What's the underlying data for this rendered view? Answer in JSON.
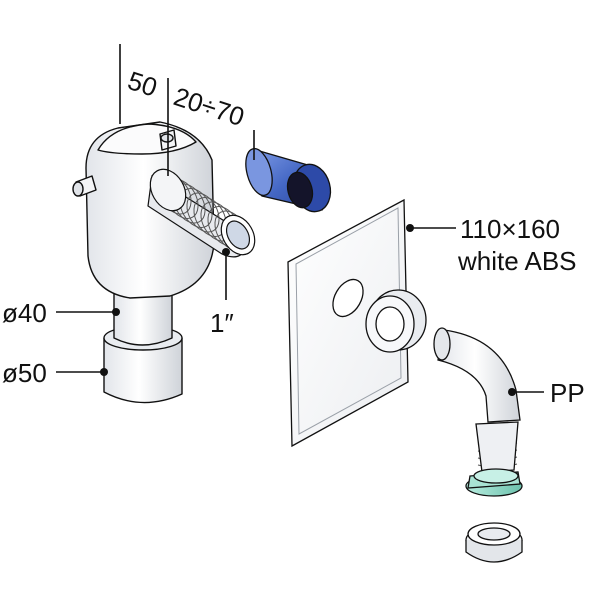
{
  "labels": {
    "dim_50": "50",
    "dim_range": "20÷70",
    "plate_size": "110×160",
    "plate_material": "white ABS",
    "thread": "1″",
    "dia_40": "ø40",
    "dia_50": "ø50",
    "material_pp": "PP"
  },
  "colors": {
    "line": "#111111",
    "body": "#f4f5f7",
    "body_shade": "#d6d9de",
    "cap_blue": "#3a5bb8",
    "cap_blue_light": "#6f8fe0",
    "cap_dark": "#1a1a2e",
    "seal_green": "#8fd6c4"
  }
}
